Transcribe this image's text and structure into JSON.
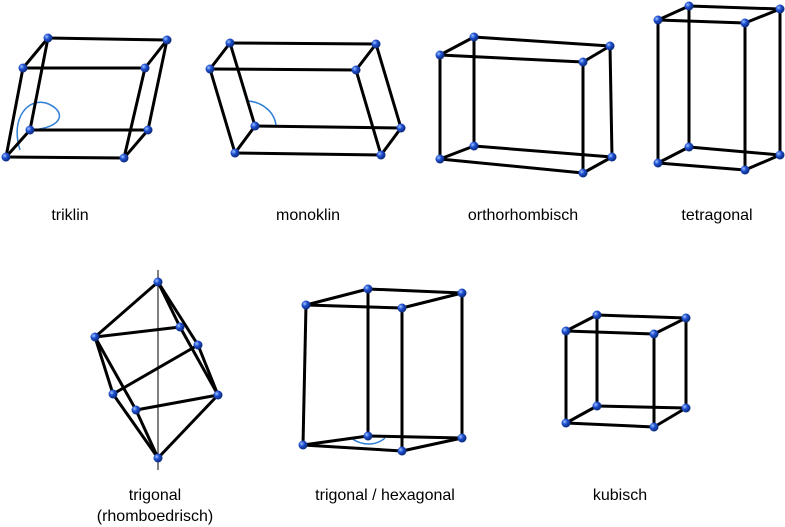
{
  "labels": {
    "triclinic": "triklin",
    "monoclinic": "monoklin",
    "orthorhombic": "orthorhombisch",
    "tetragonal": "tetragonal",
    "trigonal": "trigonal",
    "trigonal_sub": "(rhomboedrisch)",
    "hexagonal": "trigonal / hexagonal",
    "cubic": "kubisch"
  },
  "colors": {
    "edge": "#000000",
    "atom_highlight": "#9cc4ff",
    "atom_base": "#1f4fd0",
    "atom_shadow": "#0b2a7a",
    "angle_mark": "#2f7fd6"
  }
}
